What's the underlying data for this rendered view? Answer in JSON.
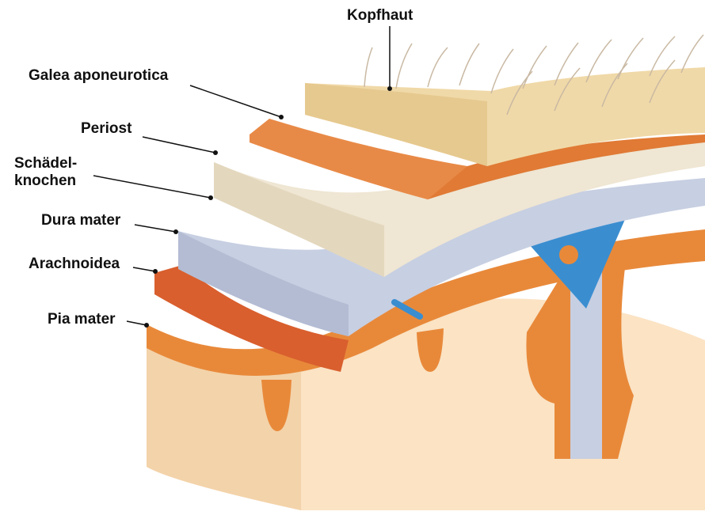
{
  "labels": {
    "kopfhaut": "Kopfhaut",
    "galea": "Galea aponeurotica",
    "periost": "Periost",
    "schaedel_line1": "Schädel-",
    "schaedel_line2": "knochen",
    "dura": "Dura mater",
    "arachnoidea": "Arachnoidea",
    "pia": "Pia mater"
  },
  "colors": {
    "scalp": "#f0d9a8",
    "scalp_side": "#e6c98f",
    "galea": "#e07a35",
    "periost": "#ede1c9",
    "bone": "#efe6d3",
    "dura": "#c7cfe2",
    "arachnoid": "#d95f2e",
    "pia_cortex": "#e8893a",
    "brain": "#fbe3c4",
    "csf": "#3a8ed0",
    "line": "#111111"
  }
}
